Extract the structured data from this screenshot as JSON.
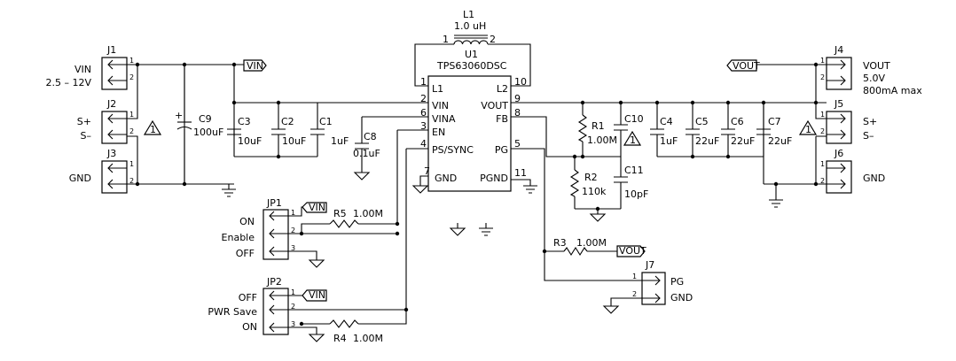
{
  "ic": {
    "ref": "U1",
    "part": "TPS63060DSC",
    "pins": {
      "l1": {
        "num": "1",
        "label": "L1"
      },
      "vin": {
        "num": "2",
        "label": "VIN"
      },
      "vina": {
        "num": "6",
        "label": "VINA"
      },
      "en": {
        "num": "3",
        "label": "EN"
      },
      "ps": {
        "num": "4",
        "label": "PS/SYNC"
      },
      "gnd": {
        "num": "7",
        "label": "GND"
      },
      "l2": {
        "num": "10",
        "label": "L2"
      },
      "vout": {
        "num": "9",
        "label": "VOUT"
      },
      "fb": {
        "num": "8",
        "label": "FB"
      },
      "pg": {
        "num": "5",
        "label": "PG"
      },
      "pgnd": {
        "num": "11",
        "label": "PGND"
      }
    }
  },
  "inductor": {
    "ref": "L1",
    "value": "1.0 uH",
    "pin1": "1",
    "pin2": "2"
  },
  "connectors": {
    "j1": {
      "ref": "J1",
      "p1": "1",
      "p2": "2",
      "label": "VIN",
      "sublabel": "2.5 – 12V"
    },
    "j2": {
      "ref": "J2",
      "p1": "1",
      "p2": "2",
      "label1": "S+",
      "label2": "S–"
    },
    "j3": {
      "ref": "J3",
      "p1": "1",
      "p2": "2",
      "label": "GND"
    },
    "j4": {
      "ref": "J4",
      "p1": "1",
      "p2": "2",
      "label": "VOUT",
      "line2": "5.0V",
      "line3": "800mA max"
    },
    "j5": {
      "ref": "J5",
      "p1": "1",
      "p2": "2",
      "label1": "S+",
      "label2": "S–"
    },
    "j6": {
      "ref": "J6",
      "p1": "1",
      "p2": "2",
      "label": "GND"
    },
    "j7": {
      "ref": "J7",
      "p1": "1",
      "p2": "2",
      "label1": "PG",
      "label2": "GND"
    },
    "jp1": {
      "ref": "JP1",
      "p1": "1",
      "p2": "2",
      "p3": "3",
      "on": "ON",
      "mid": "Enable",
      "off": "OFF"
    },
    "jp2": {
      "ref": "JP2",
      "p1": "1",
      "p2": "2",
      "p3": "3",
      "off": "OFF",
      "mid": "PWR Save",
      "on": "ON"
    }
  },
  "capacitors": {
    "c9": {
      "ref": "C9",
      "value": "100uF",
      "polarity": "+"
    },
    "c3": {
      "ref": "C3",
      "value": "10uF"
    },
    "c2": {
      "ref": "C2",
      "value": "10uF"
    },
    "c1": {
      "ref": "C1",
      "value": ""
    },
    "c8": {
      "ref": "C8",
      "value": "0.1uF",
      "extra": "1uF"
    },
    "c10": {
      "ref": "C10",
      "value": ""
    },
    "c11": {
      "ref": "C11",
      "value": "10pF"
    },
    "c4": {
      "ref": "C4",
      "value": "1uF"
    },
    "c5": {
      "ref": "C5",
      "value": "22uF"
    },
    "c6": {
      "ref": "C6",
      "value": "22uF"
    },
    "c7": {
      "ref": "C7",
      "value": "22uF"
    }
  },
  "resistors": {
    "r1": {
      "ref": "R1",
      "value": "1.00M"
    },
    "r2": {
      "ref": "R2",
      "value": "110k"
    },
    "r3": {
      "ref": "R3",
      "value": "1.00M"
    },
    "r4": {
      "ref": "R4",
      "value": "1.00M"
    },
    "r5": {
      "ref": "R5",
      "value": "1.00M"
    }
  },
  "net_flags": {
    "vin": "VIN",
    "vout": "VOUT"
  },
  "note_mark": "1"
}
